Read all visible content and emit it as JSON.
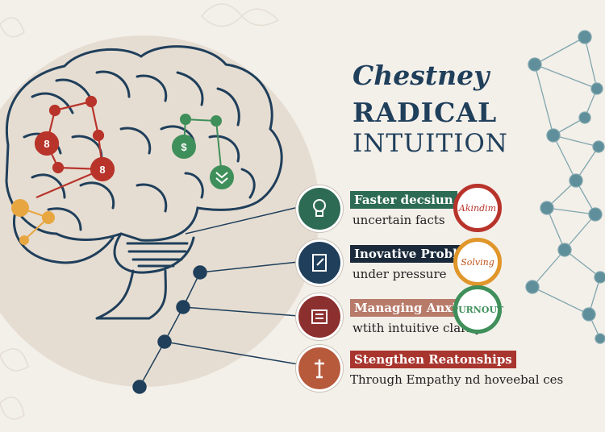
{
  "title": {
    "line1": "Chestney",
    "line2": "RADICAL",
    "line3": "INTUITION"
  },
  "items": [
    {
      "label": "Faster decsiun",
      "sub": "uncertain facts",
      "badge": "Akindim",
      "icon": "lightbulb-icon",
      "color": "#2e6b55",
      "label_bg": "#2e6b55",
      "badge_color": "#b8342b"
    },
    {
      "label": "Inovative Problen",
      "sub": "under pressure",
      "badge": "Solving",
      "icon": "document-icon",
      "color": "#1f3f5b",
      "label_bg": "#1a2a3a",
      "badge_color": "#e0962a"
    },
    {
      "label": "Managing Anxiety",
      "sub": "wtith intuitive clarity",
      "badge": "PURNOUT",
      "icon": "book-icon",
      "color": "#8c2f2f",
      "label_bg": "#b87b6a",
      "badge_color": "#3f8f5a"
    },
    {
      "label": "Stengthen Reatonships",
      "sub": "Through   Empathy nd hoveebal ces",
      "badge": "",
      "icon": "torch-icon",
      "color": "#b75a3c",
      "label_bg": "#a8352e",
      "badge_color": ""
    }
  ],
  "brain": {
    "node_labels": [
      "8",
      "8",
      "$"
    ]
  },
  "colors": {
    "background": "#f3efe9",
    "circle_bg": "#e6ddd2",
    "brain_outline": "#1f3f5b",
    "network": "#5f8f9a",
    "red_network": "#b8342b",
    "green_network": "#3f8f5a"
  }
}
